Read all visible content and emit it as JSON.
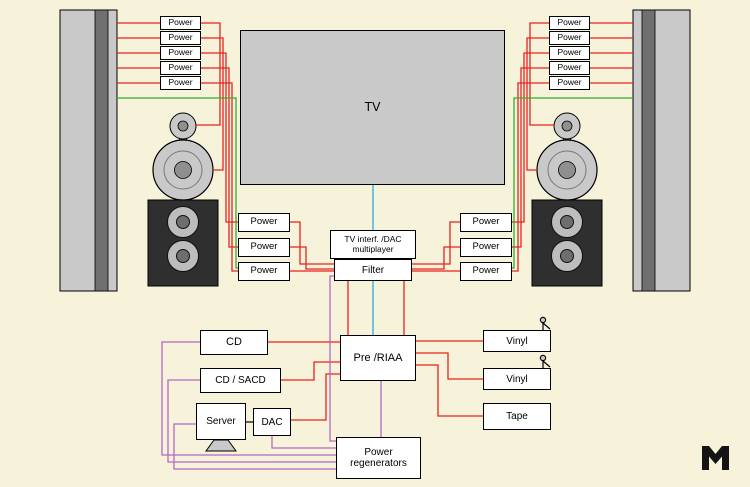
{
  "diagram": {
    "labels": {
      "power": "Power",
      "tv": "TV",
      "tv_interface": {
        "line1": "TV interf. /DAC",
        "line2": "multiplayer"
      },
      "filter": "Filter",
      "pre_riaa": "Pre /RIAA",
      "cd": "CD",
      "cd_sacd": "CD / SACD",
      "server": "Server",
      "dac": "DAC",
      "vinyl_1": "Vinyl",
      "vinyl_2": "Vinyl",
      "tape": "Tape",
      "power_regenerators": {
        "line1": "Power",
        "line2": "regenerators"
      }
    },
    "counts": {
      "top_left_power_outlets": 5,
      "top_right_power_outlets": 5,
      "mid_left_power_units": 3,
      "mid_right_power_units": 3
    },
    "colors": {
      "background": "#f7f2da",
      "wire_red": "#e8221e",
      "wire_green": "#2eae2e",
      "wire_cyan": "#29abe2",
      "wire_purple": "#b468c8",
      "wire_black": "#000000",
      "panel_gray": "#c9c9c9",
      "panel_stripe": "#707070",
      "cabinet_fill": "#2f2f2f",
      "box_fill": "#ffffff"
    }
  }
}
